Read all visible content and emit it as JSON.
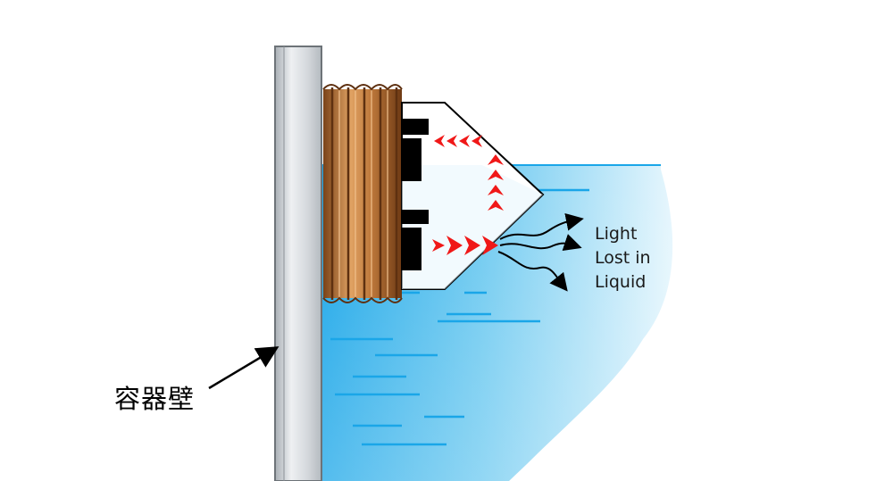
{
  "labels": {
    "light_lost_line1": "Light",
    "light_lost_line2": "Lost in",
    "light_lost_line3": "Liquid",
    "container_wall": "容器壁"
  },
  "colors": {
    "liquid_blue": "#1aa6e8",
    "liquid_fade": "#e6f6fd",
    "wall_gray": "#c9ced3",
    "wall_edge": "#6d7378",
    "thread_brown": "#c07a3c",
    "thread_dark": "#7a4218",
    "light_arrow_red": "#f01818",
    "prism_white": "#ffffff",
    "emitter_black": "#000000"
  },
  "icons": {
    "leader_arrow": "arrow-pointing-to-wall",
    "scatter_arrows": "wavy-arrows-light-escaping"
  }
}
